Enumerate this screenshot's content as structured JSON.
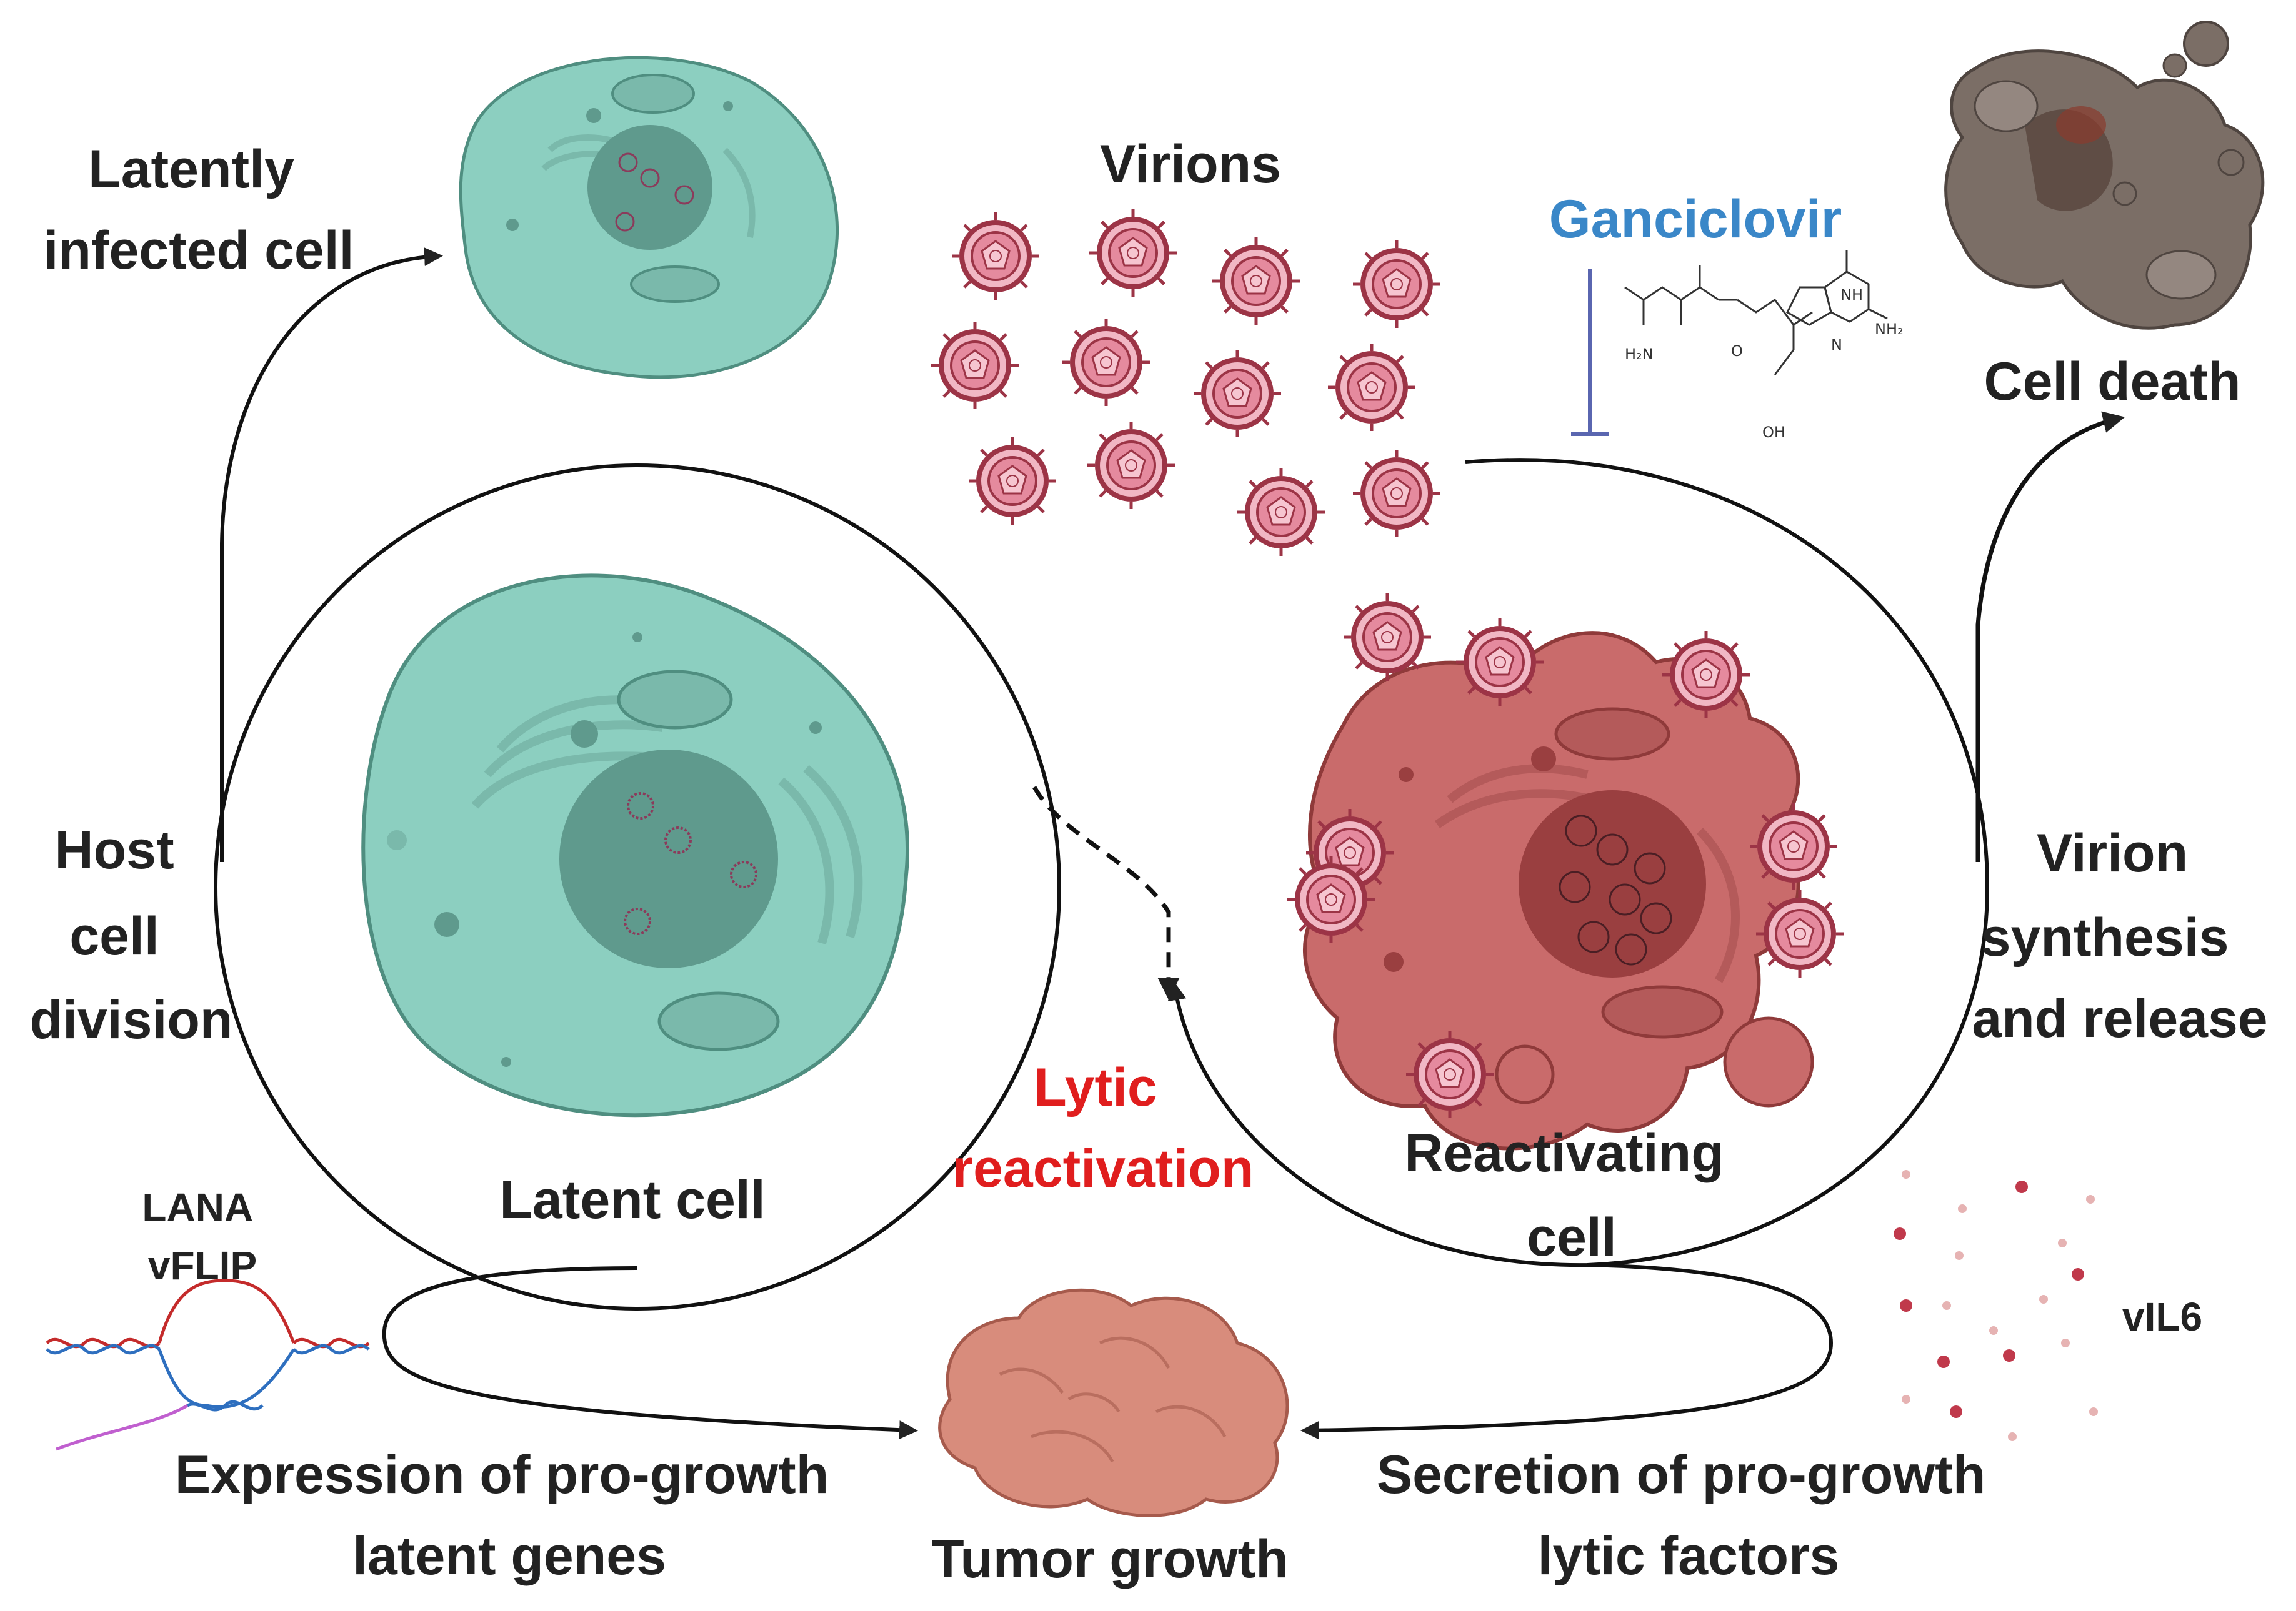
{
  "labels": {
    "latently_infected_cell": [
      "Latently",
      "infected cell"
    ],
    "virions": "Virions",
    "ganciclovir": "Ganciclovir",
    "cell_death": "Cell death",
    "host_cell_division": [
      "Host",
      "cell",
      "division"
    ],
    "virion_synthesis": [
      "Virion",
      "synthesis",
      "and release"
    ],
    "lytic_reactivation": [
      "Lytic",
      "reactivation"
    ],
    "latent_cell": "Latent cell",
    "reactivating_cell": [
      "Reactivating",
      "cell"
    ],
    "latent_genes": [
      "LANA",
      "vFLIP"
    ],
    "vil6": "vIL6",
    "expression": [
      "Expression of pro-growth",
      "latent genes"
    ],
    "tumor_growth": "Tumor growth",
    "secretion": [
      "Secretion of pro-growth",
      "lytic factors"
    ]
  },
  "chemistry": {
    "amine": "H₂N",
    "hydroxyl": "OH",
    "nh": "NH",
    "nh2": "NH₂",
    "n": "N",
    "o": "O"
  },
  "colors": {
    "latent_cell": "#8ccfc0",
    "nucleus_latent": "#5f9a8d",
    "reactivating_cell": "#c96b6b",
    "virion": "#b5404f",
    "dead_cell": "#7b6e66",
    "lytic_text": "#e01e1e",
    "ganciclovir_text": "#3a87c8",
    "inhibition_line": "#5a66b0"
  }
}
